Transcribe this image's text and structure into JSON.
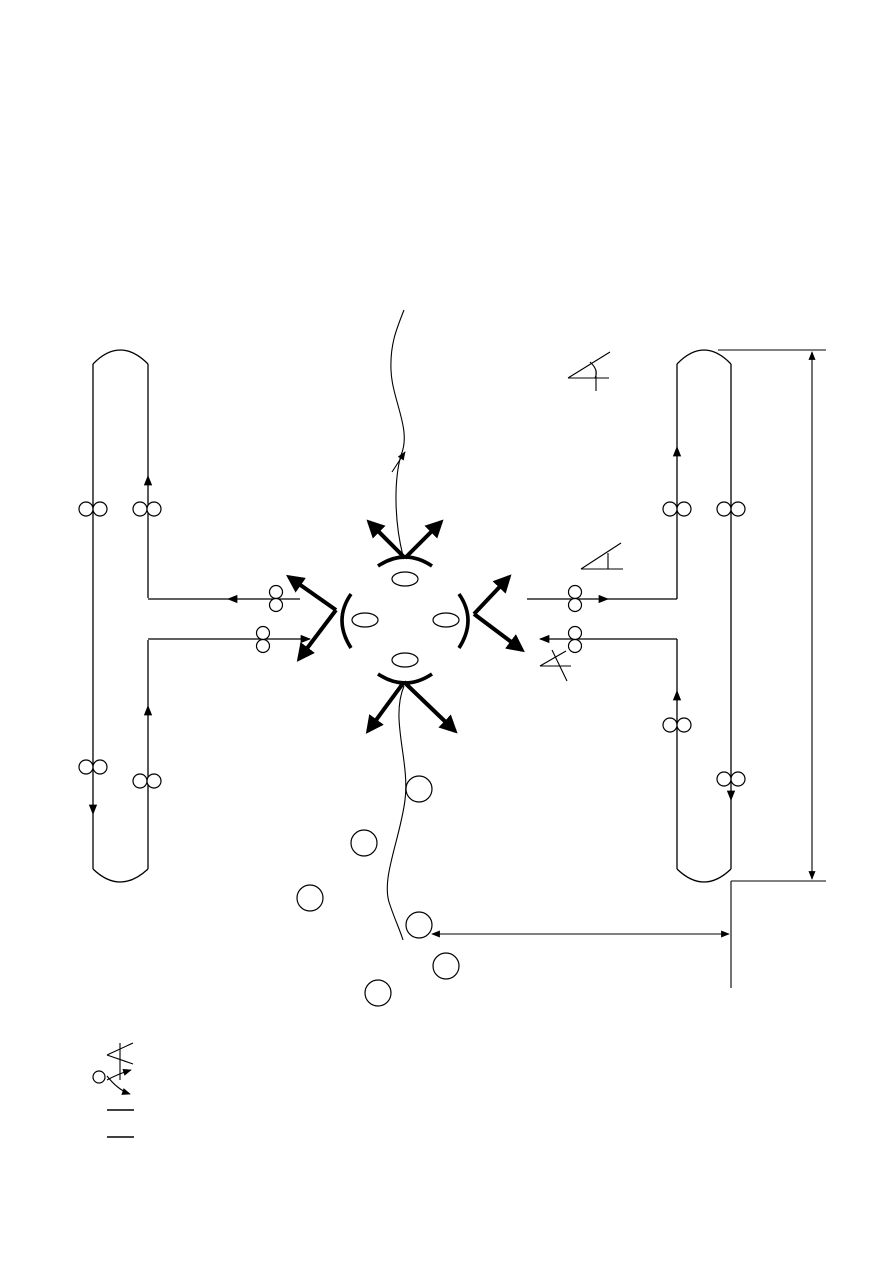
{
  "figure": {
    "palette": {
      "stroke": "#000000",
      "background": "#ffffff"
    },
    "symbols": {
      "lane_marker": "figure-eight-circles",
      "vehicle": "ellipse",
      "pedestrian": "circle",
      "camera": "angle-symbol"
    },
    "legend_rows": 3
  }
}
